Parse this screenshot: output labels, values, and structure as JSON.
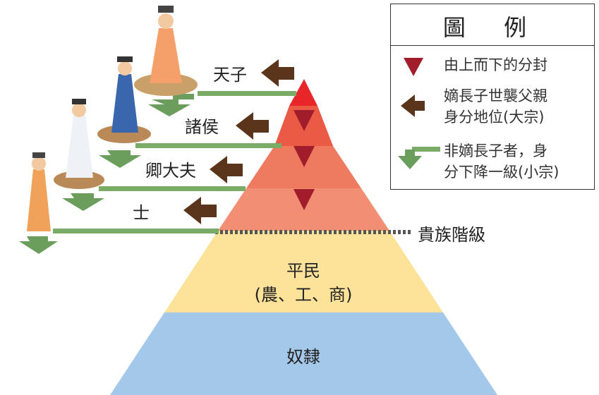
{
  "legend": {
    "title": "圖 例",
    "items": [
      {
        "lines": [
          "由上而下的分封"
        ],
        "icon": "red-down-triangle-icon"
      },
      {
        "lines": [
          "嫡長子世襲父親",
          "身分地位(大宗)"
        ],
        "icon": "brown-left-arrow-icon"
      },
      {
        "lines": [
          "非嫡長子者，身",
          "分下降一級(小宗)"
        ],
        "icon": "green-bent-arrow-icon"
      }
    ]
  },
  "pyramid": {
    "ranks": [
      {
        "label": "天子",
        "color": "#e8262a"
      },
      {
        "label": "諸侯",
        "color": "#ea5a45"
      },
      {
        "label": "卿大夫",
        "color": "#ee7a5f"
      },
      {
        "label": "士",
        "color": "#f18e73"
      }
    ],
    "noble_label": "貴族階級",
    "commoner": {
      "line1": "平民",
      "line2": "(農、工、商)",
      "color": "#fde39a"
    },
    "slave": {
      "label": "奴隸",
      "color": "#a3c8ea"
    }
  },
  "colors": {
    "triangle": "#a11d2b",
    "arrow_brown": "#5a351c",
    "arrow_green": "#6b9e5c",
    "line_green": "#7aac68"
  }
}
